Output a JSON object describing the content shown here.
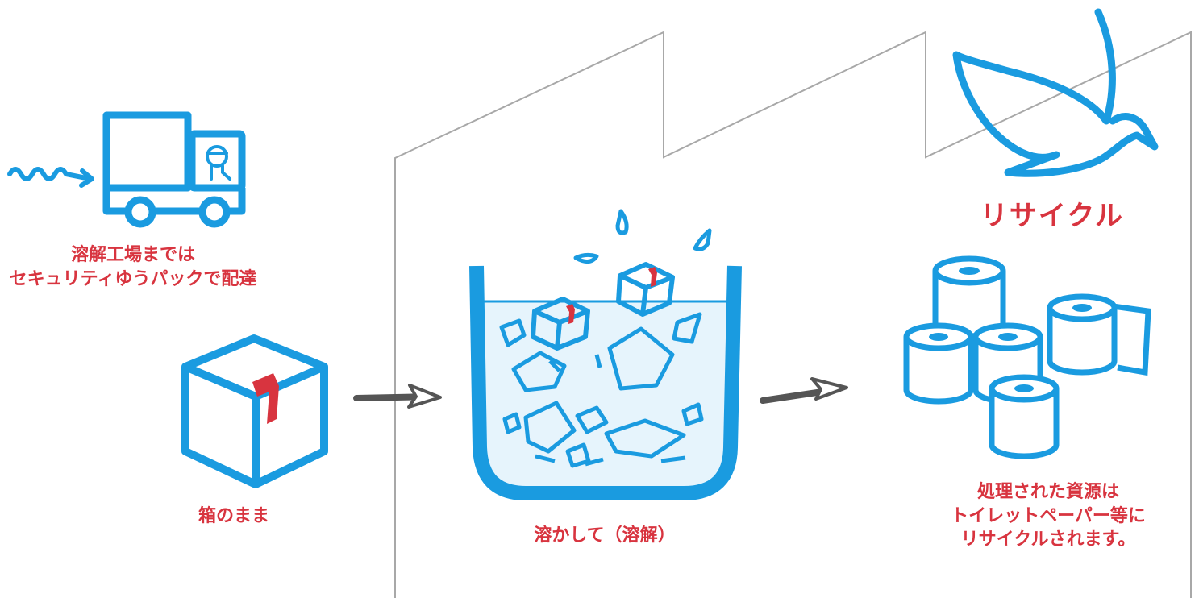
{
  "colors": {
    "icon_blue": "#1a9be0",
    "label_red": "#d8343f",
    "tape_red": "#d8343f",
    "arrow_gray": "#555555",
    "building_outline": "#a8a8a8",
    "water_fill": "#e6f4fc"
  },
  "icons": {
    "wavy_line": "wavy-arrow-icon",
    "truck": "delivery-truck-icon",
    "box": "cardboard-box-icon",
    "arrow": "right-arrow-icon",
    "tank": "dissolving-tank-icon",
    "bird": "flying-bird-icon",
    "rolls": "toilet-paper-rolls-icon"
  },
  "labels": {
    "delivery_line1": "溶解工場までは",
    "delivery_line2": "セキュリティゆうパックで配達",
    "box": "箱のまま",
    "dissolve": "溶かして（溶解）",
    "recycle_title": "リサイクル",
    "result_line1": "処理された資源は",
    "result_line2": "トイレットペーパー等に",
    "result_line3": "リサイクルされます。"
  }
}
